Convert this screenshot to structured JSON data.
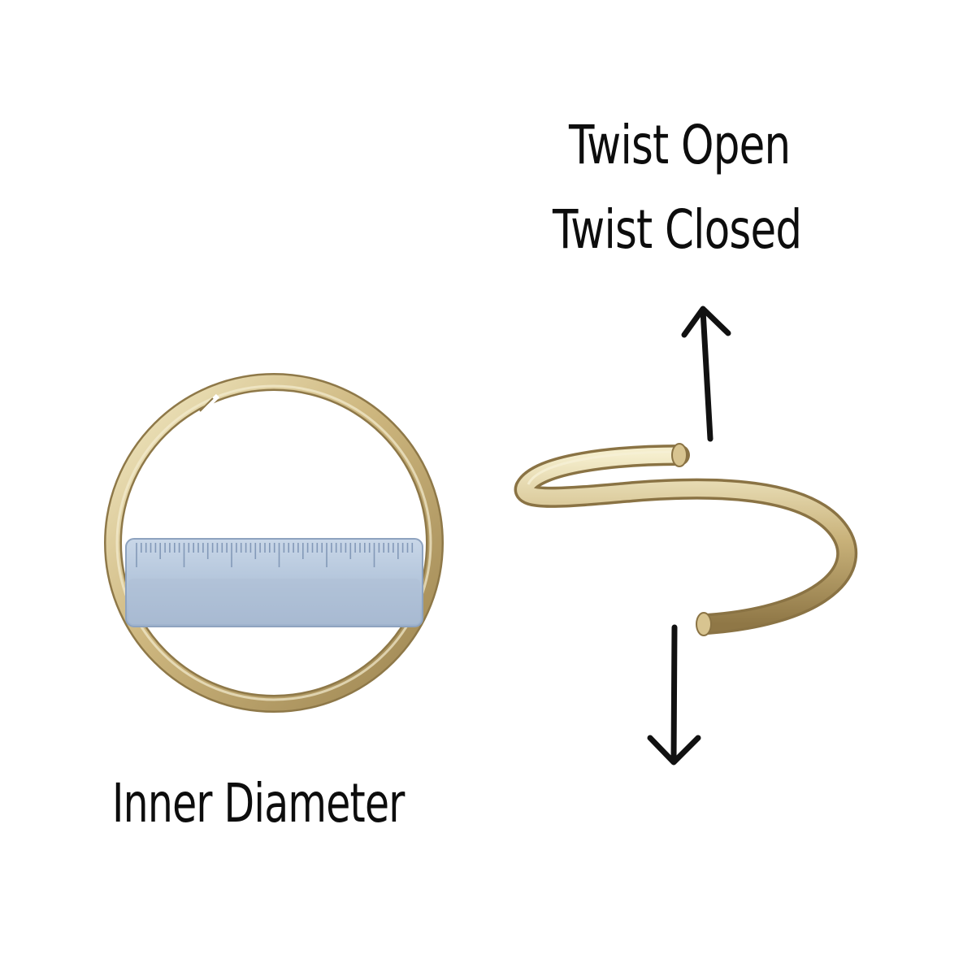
{
  "labels": {
    "twist_open": "Twist Open",
    "twist_closed": "Twist Closed",
    "inner_diameter": "Inner Diameter"
  },
  "colors": {
    "background": "#ffffff",
    "text": "#0d0d0d",
    "gold_light": "#efe4b4",
    "gold_mid": "#c9b27a",
    "gold_dark": "#9c8450",
    "ruler_face": "#b6c7dc",
    "ruler_edge": "#8ea3bf",
    "arrow": "#111111"
  },
  "icons": {
    "ring": "jump-ring-closed",
    "ruler": "ruler-icon",
    "twisted_ring": "jump-ring-twisted",
    "arrow_up": "arrow-up-icon",
    "arrow_down": "arrow-down-icon"
  }
}
